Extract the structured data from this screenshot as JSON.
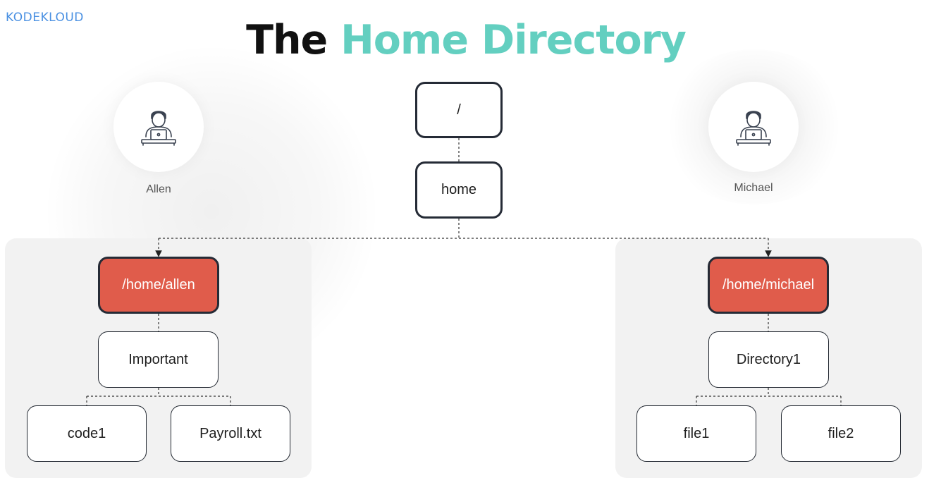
{
  "logo": {
    "text_a": "KODE",
    "text_b": "KLOUD"
  },
  "title": {
    "part1": "The",
    "part2": "Home Directory"
  },
  "colors": {
    "accent": "#63cfc0",
    "highlight": "#e05c4b",
    "border": "#252b36"
  },
  "users": {
    "left": {
      "name": "Allen",
      "icon": "user-laptop-icon"
    },
    "right": {
      "name": "Michael",
      "icon": "user-laptop-icon"
    }
  },
  "tree": {
    "root": "/",
    "home": "home",
    "allen": {
      "dir": "/home/allen",
      "sub": "Important",
      "files": [
        "code1",
        "Payroll.txt"
      ]
    },
    "michael": {
      "dir": "/home/michael",
      "sub": "Directory1",
      "files": [
        "file1",
        "file2"
      ]
    }
  }
}
